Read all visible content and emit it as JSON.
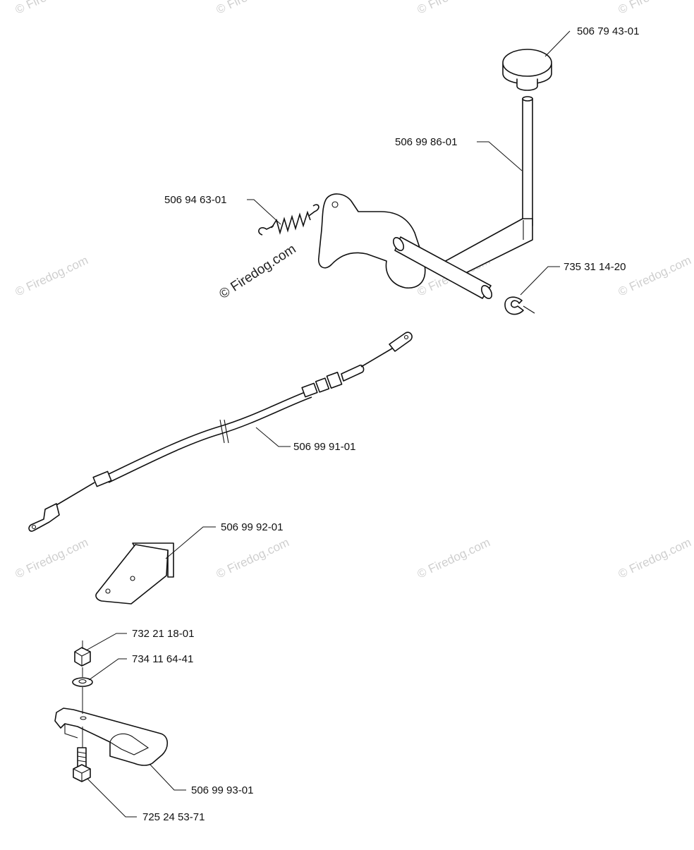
{
  "watermark": {
    "text": "© Firedog.com",
    "center_text": "© Firedog.com"
  },
  "parts": [
    {
      "id": "knob",
      "number": "506 79 43-01",
      "icon": "knob-icon"
    },
    {
      "id": "shift-lever",
      "number": "506 99 86-01",
      "icon": "lever-rod-icon"
    },
    {
      "id": "spring",
      "number": "506 94 63-01",
      "icon": "spring-icon"
    },
    {
      "id": "retaining-clip",
      "number": "735 31 14-20",
      "icon": "e-clip-icon"
    },
    {
      "id": "cable",
      "number": "506 99 91-01",
      "icon": "cable-icon"
    },
    {
      "id": "bracket",
      "number": "506 99 92-01",
      "icon": "bracket-icon"
    },
    {
      "id": "lock-nut",
      "number": "732 21 18-01",
      "icon": "nut-icon"
    },
    {
      "id": "washer",
      "number": "734 11 64-41",
      "icon": "washer-icon"
    },
    {
      "id": "holder-plate",
      "number": "506 99 93-01",
      "icon": "plate-icon"
    },
    {
      "id": "screw",
      "number": "725 24 53-71",
      "icon": "screw-icon"
    }
  ]
}
